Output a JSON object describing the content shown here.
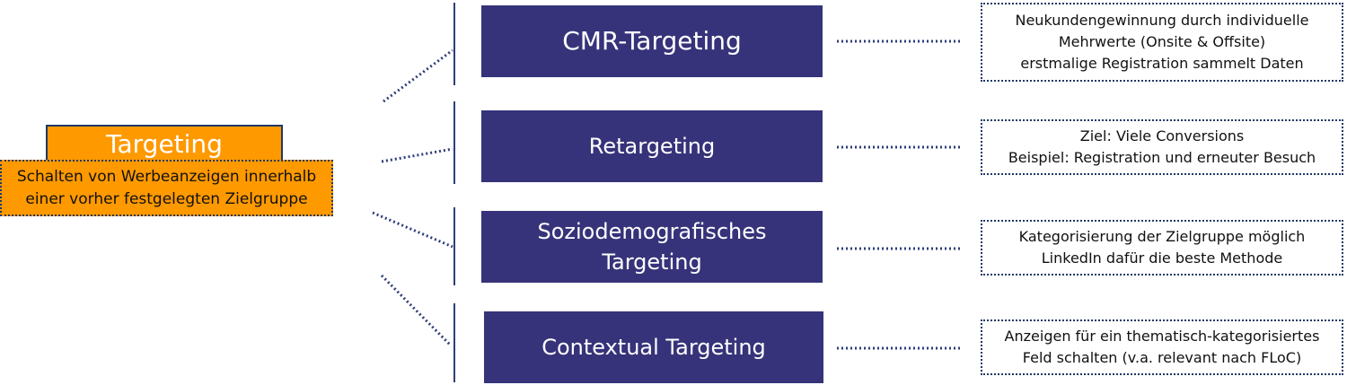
{
  "root": {
    "title": "Targeting",
    "description": [
      "Schalten von Werbeanzeigen innerhalb",
      "einer vorher festgelegten Zielgruppe"
    ]
  },
  "methods": [
    {
      "label": [
        "CMR-Targeting"
      ],
      "description": [
        "Neukundengewinnung durch individuelle",
        "Mehrwerte (Onsite & Offsite)",
        "erstmalige Registration sammelt Daten"
      ]
    },
    {
      "label": [
        "Retargeting"
      ],
      "description": [
        "Ziel: Viele Conversions",
        "Beispiel: Registration und erneuter Besuch"
      ]
    },
    {
      "label": [
        "Soziodemografisches",
        "Targeting"
      ],
      "description": [
        "Kategorisierung der Zielgruppe möglich",
        "LinkedIn dafür die beste Methode"
      ]
    },
    {
      "label": [
        "Contextual Targeting"
      ],
      "description": [
        "Anzeigen für ein thematisch-kategorisiertes",
        "Feld schalten (v.a. relevant nach FLoC)"
      ]
    }
  ],
  "colors": {
    "root_fill": "#FF9900",
    "method_fill": "#36337A",
    "border": "#1F3864",
    "connector": "#2E3E7A"
  }
}
